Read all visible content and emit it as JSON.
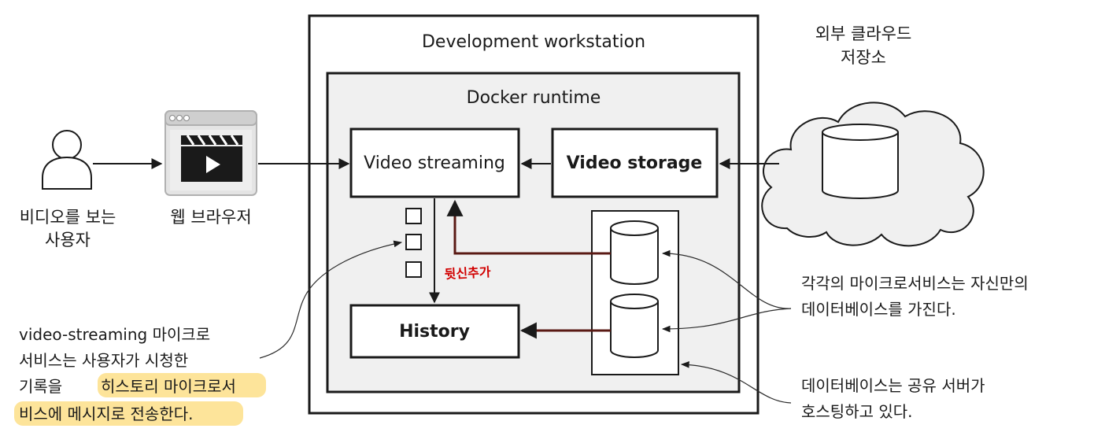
{
  "user": {
    "label_line1": "비디오를 보는",
    "label_line2": "사용자"
  },
  "browser": {
    "label": "웹 브라우저"
  },
  "workstation": {
    "title": "Development workstation"
  },
  "docker": {
    "title": "Docker runtime"
  },
  "services": {
    "video_streaming": "Video streaming",
    "video_storage": "Video storage",
    "history": "History"
  },
  "cloud": {
    "label_line1": "외부 클라우드",
    "label_line2": "저장소"
  },
  "handwritten_note": "뒷신추가",
  "annotations": {
    "left": {
      "line1": "video-streaming 마이크로",
      "line2": "서비스는 사용자가 시청한",
      "line3_plain": "기록을 ",
      "line3_highlight": "히스토리 마이크로서",
      "line4_highlight": "비스에 메시지로 전송한다."
    },
    "right_top": {
      "line1": "각각의 마이크로서비스는 자신만의",
      "line2": "데이터베이스를 가진다."
    },
    "right_bottom": {
      "line1": "데이터베이스는 공유 서버가",
      "line2": "호스팅하고 있다."
    }
  },
  "colors": {
    "highlight": "#fde49a",
    "docker_fill": "#f0f0f0",
    "cloud_fill": "#f0f0f0",
    "handwriting": "#d10000"
  }
}
